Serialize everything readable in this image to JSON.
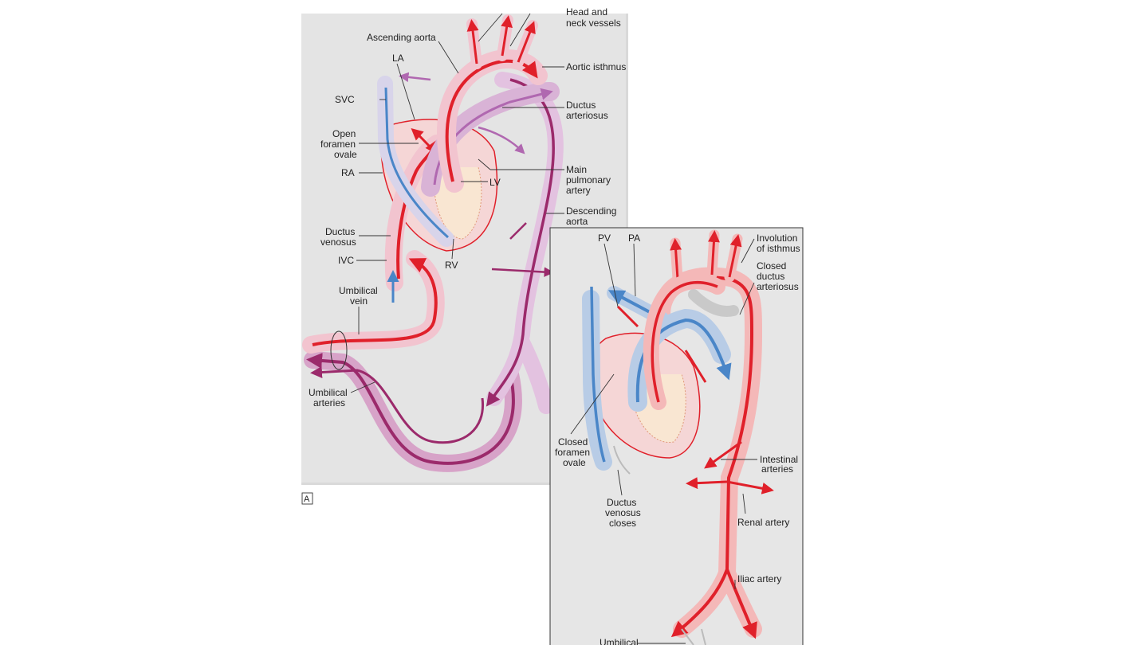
{
  "panel_a": {
    "labels": {
      "head_neck_line1": "Head and",
      "head_neck_line2": "neck vessels",
      "ascending_aorta": "Ascending aorta",
      "la": "LA",
      "aortic_isthmus": "Aortic isthmus",
      "svc": "SVC",
      "ductus_arteriosus_line1": "Ductus",
      "ductus_arteriosus_line2": "arteriosus",
      "open_fo_line1": "Open",
      "open_fo_line2": "foramen",
      "open_fo_line3": "ovale",
      "ra": "RA",
      "lv": "LV",
      "main_pa_line1": "Main",
      "main_pa_line2": "pulmonary",
      "main_pa_line3": "artery",
      "desc_aorta_line1": "Descending",
      "desc_aorta_line2": "aorta",
      "ductus_venosus_line1": "Ductus",
      "ductus_venosus_line2": "venosus",
      "ivc": "IVC",
      "rv": "RV",
      "umb_vein_line1": "Umbilical",
      "umb_vein_line2": "vein",
      "umb_arteries_line1": "Umbilical",
      "umb_arteries_line2": "arteries",
      "panel_marker": "A"
    }
  },
  "panel_b": {
    "labels": {
      "pv": "PV",
      "pa": "PA",
      "involution_line1": "Involution",
      "involution_line2": "of isthmus",
      "closed_da_line1": "Closed",
      "closed_da_line2": "ductus",
      "closed_da_line3": "arteriosus",
      "closed_fo_line1": "Closed",
      "closed_fo_line2": "foramen",
      "closed_fo_line3": "ovale",
      "intestinal_line1": "Intestinal",
      "intestinal_line2": "arteries",
      "dv_closes_line1": "Ductus",
      "dv_closes_line2": "venosus",
      "dv_closes_line3": "closes",
      "renal_artery": "Renal artery",
      "iliac_artery": "Iliac artery",
      "umbilical_partial": "Umbilical"
    }
  },
  "colors": {
    "oxygenated": "#e0202a",
    "deoxygenated": "#4a86c8",
    "mixed": "#9b2a6b",
    "vessel_wall_pink": "#f2c4cf",
    "vessel_wall_lilac": "#d9b3d6",
    "closed_vessel_gray": "#c9c9c9"
  }
}
